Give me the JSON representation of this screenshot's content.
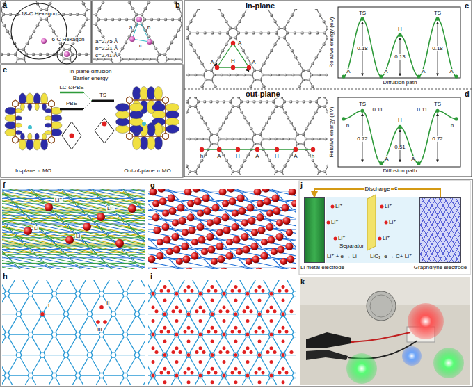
{
  "diagram": {
    "nodes": [
      {
        "text": [
          "Li metal electrode"
        ]
      },
      {
        "text": [
          "Graphdiyne electrode"
        ]
      }
    ],
    "edges": [
      {
        "from": 1,
        "to": 0,
        "arrow": "to",
        "label": "Discharge"
      }
    ],
    "labels": [
      "a",
      "18-C Hexagon",
      "6-C Hexagon",
      "b",
      "a",
      "b",
      "c",
      "a=2.75 Å",
      "b=2.21 Å",
      "c=2.41 Å",
      "c",
      "In-plane",
      "A",
      "A",
      "A",
      "H",
      "Relative energy (eV)",
      "TS",
      "H",
      "TS",
      "0.18",
      "0.13",
      "0.18",
      "A",
      "A",
      "A",
      "A",
      "Diffusion path",
      "d",
      "out-plane",
      "h",
      "A",
      "H",
      "A",
      "H",
      "A",
      "h",
      "Relative energy (eV)",
      "h",
      "TS",
      "0.11",
      "0.72",
      "A",
      "H",
      "0.51",
      "A",
      "TS",
      "0.72",
      "0.11",
      "h",
      "Diffusion path",
      "e",
      "In-plane diffusion",
      "Barrier energy",
      "LC-ωPBE",
      "TS",
      "PBE",
      "In-plane π MO",
      "Out-of-plane π MO",
      "f",
      "Li⁺",
      "Li",
      "Li",
      "Li⁺",
      "g",
      "h",
      "I",
      "II",
      "III",
      "i",
      "j",
      "e",
      "Li⁺",
      "Li⁺",
      "Li⁺",
      "Li⁺",
      "Li⁺",
      "Li⁺",
      "Separator",
      "Li⁺ + e → Li",
      "LiC₃- e → C+ Li⁺",
      "k"
    ]
  }
}
